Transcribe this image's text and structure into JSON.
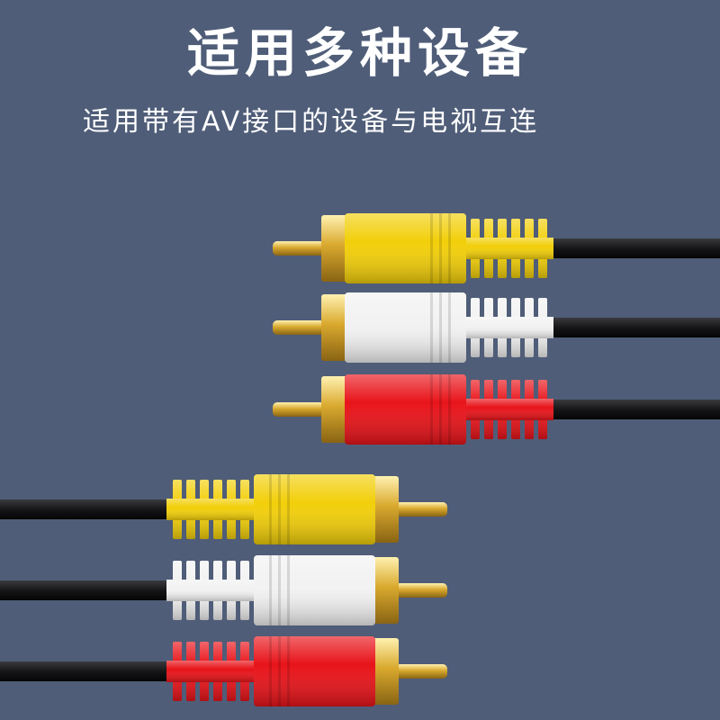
{
  "headline": "适用多种设备",
  "subheadline": "适用带有AV接口的设备与电视互连",
  "plug_colors": {
    "yellow": "#f2cf0a",
    "white": "#f2f2f2",
    "red": "#e8141a",
    "gold": "#d9a92e",
    "cable": "#1b1b1d"
  },
  "upper_plugs": [
    {
      "name": "yellow-plug-right",
      "color": "yellow"
    },
    {
      "name": "white-plug-right",
      "color": "white"
    },
    {
      "name": "red-plug-right",
      "color": "red"
    }
  ],
  "lower_plugs": [
    {
      "name": "yellow-plug-left",
      "color": "yellow"
    },
    {
      "name": "white-plug-left",
      "color": "white"
    },
    {
      "name": "red-plug-left",
      "color": "red"
    }
  ]
}
